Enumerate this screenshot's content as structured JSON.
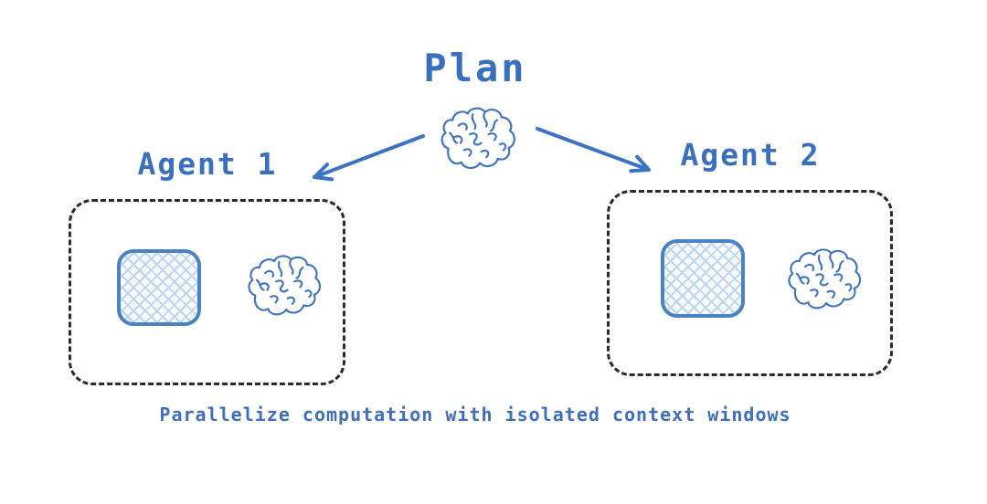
{
  "diagram": {
    "title": "Plan",
    "caption": "Parallelize computation with isolated context windows",
    "agents": [
      {
        "label": "Agent 1"
      },
      {
        "label": "Agent 2"
      }
    ],
    "icons": {
      "plan": "brain-icon",
      "agent_contents": [
        "context-window-icon",
        "brain-icon"
      ]
    },
    "colors": {
      "text_blue": "#3a6fc0",
      "arrow_blue": "#3b72c4",
      "sketch_blue": "#3e74c0",
      "hatch_blue": "#bdd5ee",
      "dashed_border": "#2b2b2b",
      "background": "#ffffff"
    }
  }
}
